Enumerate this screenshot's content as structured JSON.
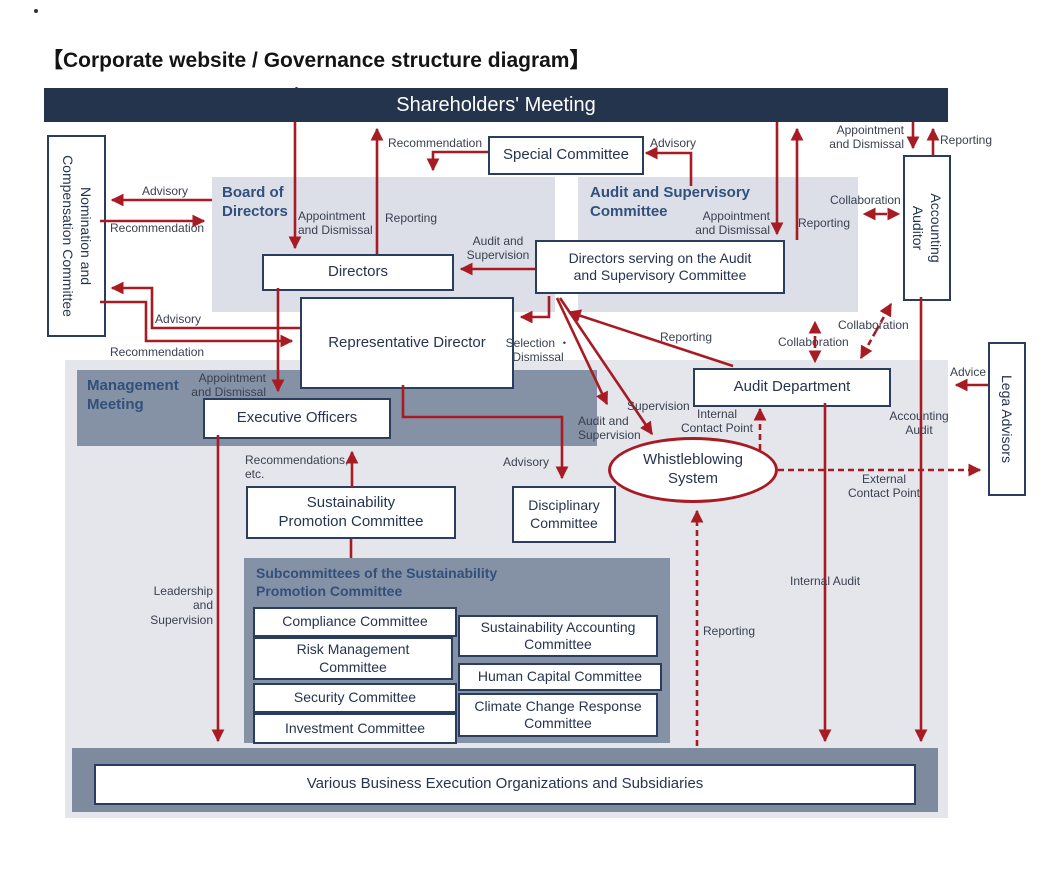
{
  "title": "【Corporate website / Governance structure diagram】",
  "colors": {
    "arrow_red": "#A81B23",
    "navy_bar": "#24344D",
    "panel_gray": "#DCDFE8",
    "main_panel_gray": "#E4E6EC",
    "band_slate": "#8591A5",
    "heading_blue": "#31507C"
  },
  "panels": {
    "board": "Board of Directors",
    "audit_committee": "Audit and Supervisory Committee",
    "management": "Management Meeting",
    "subcommittees": "Subcommittees of the Sustainability Promotion Committee"
  },
  "nodes": {
    "shareholders": "Shareholders' Meeting",
    "special_committee": "Special Committee",
    "nomination": "Nomination and Compensation Committee",
    "directors": "Directors",
    "audit_directors": "Directors serving on the Audit and Supervisory Committee",
    "representative_director": "Representative Director",
    "executive_officers": "Executive Officers",
    "audit_department": "Audit Department",
    "accounting_auditor": "Accounting Auditor",
    "whistleblowing": "Whistleblowing System",
    "sustainability_committee": "Sustainability Promotion Committee",
    "disciplinary_committee": "Disciplinary Committee",
    "legal_advisors": "Lega Advisors",
    "business_orgs": "Various Business Execution Organizations and Subsidiaries",
    "subcommittees": [
      "Compliance Committee",
      "Risk Management Committee",
      "Security Committee",
      "Investment Committee",
      "Sustainability Accounting Committee",
      "Human Capital Committee",
      "Climate Change Response Committee"
    ]
  },
  "edge_labels": [
    "Recommendation",
    "Advisory",
    "Appointment and Dismissal",
    "Reporting",
    "Advisory",
    "Recommendation",
    "Appointment and Dismissal",
    "Reporting",
    "Audit and Supervision",
    "Appointment and Dismissal",
    "Reporting",
    "Collaboration",
    "Advisory",
    "Recommendation",
    "Selection ・ Dismissal",
    "Reporting",
    "Collaboration",
    "Collaboration",
    "Supervision",
    "Audit and Supervision",
    "Internal Contact Point",
    "Accounting Audit",
    "Advice",
    "External Contact Point",
    "Appointment and Dismissal",
    "Recommendations, etc.",
    "Advisory",
    "Leadership and Supervision",
    "Internal Audit",
    "Reporting"
  ]
}
